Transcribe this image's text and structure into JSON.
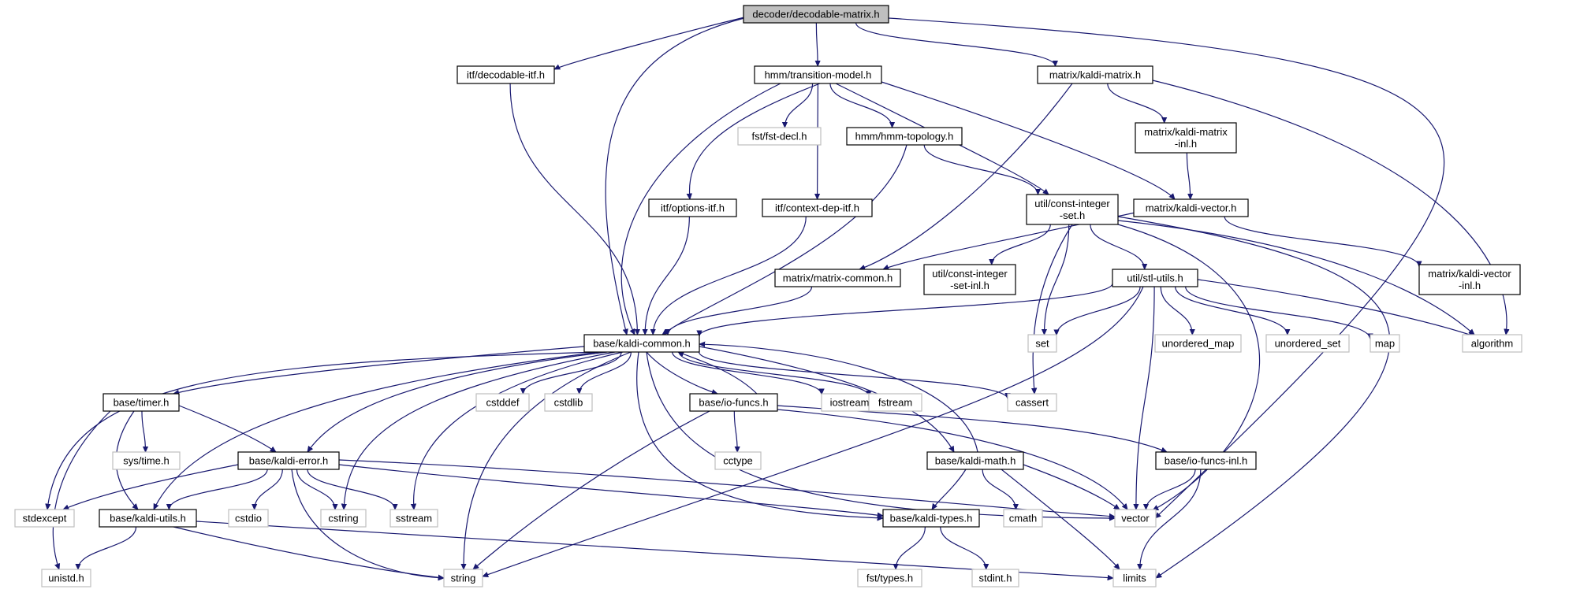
{
  "colors": {
    "edge": "#191970",
    "root_fill": "#bfbfbf",
    "local_border": "#000000",
    "system_border": "#bfbfbf",
    "box_fill": "#ffffff"
  },
  "nodes": [
    {
      "id": "n_decodable_matrix",
      "label": [
        "decoder/decodable-matrix.h"
      ],
      "kind": "root"
    },
    {
      "id": "n_decodable_itf",
      "label": [
        "itf/decodable-itf.h"
      ],
      "kind": "local"
    },
    {
      "id": "n_transition_model",
      "label": [
        "hmm/transition-model.h"
      ],
      "kind": "local"
    },
    {
      "id": "n_kaldi_matrix",
      "label": [
        "matrix/kaldi-matrix.h"
      ],
      "kind": "local"
    },
    {
      "id": "n_fst_decl",
      "label": [
        "fst/fst-decl.h"
      ],
      "kind": "system"
    },
    {
      "id": "n_hmm_topology",
      "label": [
        "hmm/hmm-topology.h"
      ],
      "kind": "local"
    },
    {
      "id": "n_kaldi_matrix_inl",
      "label": [
        "matrix/kaldi-matrix",
        "-inl.h"
      ],
      "kind": "local"
    },
    {
      "id": "n_options_itf",
      "label": [
        "itf/options-itf.h"
      ],
      "kind": "local"
    },
    {
      "id": "n_context_dep_itf",
      "label": [
        "itf/context-dep-itf.h"
      ],
      "kind": "local"
    },
    {
      "id": "n_const_integer_set",
      "label": [
        "util/const-integer",
        "-set.h"
      ],
      "kind": "local"
    },
    {
      "id": "n_kaldi_vector",
      "label": [
        "matrix/kaldi-vector.h"
      ],
      "kind": "local"
    },
    {
      "id": "n_matrix_common",
      "label": [
        "matrix/matrix-common.h"
      ],
      "kind": "local"
    },
    {
      "id": "n_const_integer_set_inl",
      "label": [
        "util/const-integer",
        "-set-inl.h"
      ],
      "kind": "local"
    },
    {
      "id": "n_stl_utils",
      "label": [
        "util/stl-utils.h"
      ],
      "kind": "local"
    },
    {
      "id": "n_kaldi_vector_inl",
      "label": [
        "matrix/kaldi-vector",
        "-inl.h"
      ],
      "kind": "local"
    },
    {
      "id": "n_kaldi_common",
      "label": [
        "base/kaldi-common.h"
      ],
      "kind": "local"
    },
    {
      "id": "n_set",
      "label": [
        "set"
      ],
      "kind": "system"
    },
    {
      "id": "n_unordered_map",
      "label": [
        "unordered_map"
      ],
      "kind": "system"
    },
    {
      "id": "n_unordered_set",
      "label": [
        "unordered_set"
      ],
      "kind": "system"
    },
    {
      "id": "n_map",
      "label": [
        "map"
      ],
      "kind": "system"
    },
    {
      "id": "n_algorithm",
      "label": [
        "algorithm"
      ],
      "kind": "system"
    },
    {
      "id": "n_timer",
      "label": [
        "base/timer.h"
      ],
      "kind": "local"
    },
    {
      "id": "n_cstddef",
      "label": [
        "cstddef"
      ],
      "kind": "system"
    },
    {
      "id": "n_cstdlib",
      "label": [
        "cstdlib"
      ],
      "kind": "system"
    },
    {
      "id": "n_io_funcs",
      "label": [
        "base/io-funcs.h"
      ],
      "kind": "local"
    },
    {
      "id": "n_iostream",
      "label": [
        "iostream"
      ],
      "kind": "system"
    },
    {
      "id": "n_fstream",
      "label": [
        "fstream"
      ],
      "kind": "system"
    },
    {
      "id": "n_cassert",
      "label": [
        "cassert"
      ],
      "kind": "system"
    },
    {
      "id": "n_sys_time",
      "label": [
        "sys/time.h"
      ],
      "kind": "system"
    },
    {
      "id": "n_cctype",
      "label": [
        "cctype"
      ],
      "kind": "system"
    },
    {
      "id": "n_kaldi_error",
      "label": [
        "base/kaldi-error.h"
      ],
      "kind": "local"
    },
    {
      "id": "n_kaldi_math",
      "label": [
        "base/kaldi-math.h"
      ],
      "kind": "local"
    },
    {
      "id": "n_io_funcs_inl",
      "label": [
        "base/io-funcs-inl.h"
      ],
      "kind": "local"
    },
    {
      "id": "n_stdexcept",
      "label": [
        "stdexcept"
      ],
      "kind": "system"
    },
    {
      "id": "n_kaldi_utils",
      "label": [
        "base/kaldi-utils.h"
      ],
      "kind": "local"
    },
    {
      "id": "n_cstdio",
      "label": [
        "cstdio"
      ],
      "kind": "system"
    },
    {
      "id": "n_cstring",
      "label": [
        "cstring"
      ],
      "kind": "system"
    },
    {
      "id": "n_sstream",
      "label": [
        "sstream"
      ],
      "kind": "system"
    },
    {
      "id": "n_kaldi_types",
      "label": [
        "base/kaldi-types.h"
      ],
      "kind": "local"
    },
    {
      "id": "n_cmath",
      "label": [
        "cmath"
      ],
      "kind": "system"
    },
    {
      "id": "n_vector",
      "label": [
        "vector"
      ],
      "kind": "system"
    },
    {
      "id": "n_unistd",
      "label": [
        "unistd.h"
      ],
      "kind": "system"
    },
    {
      "id": "n_string",
      "label": [
        "string"
      ],
      "kind": "system"
    },
    {
      "id": "n_limits",
      "label": [
        "limits"
      ],
      "kind": "system"
    },
    {
      "id": "n_fst_types",
      "label": [
        "fst/types.h"
      ],
      "kind": "system"
    },
    {
      "id": "n_stdint",
      "label": [
        "stdint.h"
      ],
      "kind": "system"
    }
  ],
  "edges": [
    [
      "n_decodable_matrix",
      "n_decodable_itf"
    ],
    [
      "n_decodable_matrix",
      "n_transition_model"
    ],
    [
      "n_decodable_matrix",
      "n_kaldi_matrix"
    ],
    [
      "n_decodable_matrix",
      "n_kaldi_common"
    ],
    [
      "n_decodable_matrix",
      "n_vector"
    ],
    [
      "n_decodable_itf",
      "n_kaldi_common"
    ],
    [
      "n_transition_model",
      "n_fst_decl"
    ],
    [
      "n_transition_model",
      "n_hmm_topology"
    ],
    [
      "n_transition_model",
      "n_options_itf"
    ],
    [
      "n_transition_model",
      "n_context_dep_itf"
    ],
    [
      "n_transition_model",
      "n_const_integer_set"
    ],
    [
      "n_transition_model",
      "n_kaldi_vector"
    ],
    [
      "n_transition_model",
      "n_kaldi_common"
    ],
    [
      "n_kaldi_matrix",
      "n_kaldi_matrix_inl"
    ],
    [
      "n_kaldi_matrix",
      "n_matrix_common"
    ],
    [
      "n_kaldi_matrix",
      "n_algorithm"
    ],
    [
      "n_kaldi_matrix_inl",
      "n_kaldi_vector"
    ],
    [
      "n_hmm_topology",
      "n_const_integer_set"
    ],
    [
      "n_hmm_topology",
      "n_kaldi_common"
    ],
    [
      "n_options_itf",
      "n_kaldi_common"
    ],
    [
      "n_context_dep_itf",
      "n_kaldi_common"
    ],
    [
      "n_const_integer_set",
      "n_const_integer_set_inl"
    ],
    [
      "n_const_integer_set",
      "n_stl_utils"
    ],
    [
      "n_const_integer_set",
      "n_set"
    ],
    [
      "n_const_integer_set",
      "n_cassert"
    ],
    [
      "n_const_integer_set",
      "n_vector"
    ],
    [
      "n_const_integer_set",
      "n_algorithm"
    ],
    [
      "n_const_integer_set",
      "n_limits"
    ],
    [
      "n_kaldi_vector",
      "n_matrix_common"
    ],
    [
      "n_kaldi_vector",
      "n_kaldi_vector_inl"
    ],
    [
      "n_matrix_common",
      "n_kaldi_common"
    ],
    [
      "n_stl_utils",
      "n_kaldi_common"
    ],
    [
      "n_stl_utils",
      "n_set"
    ],
    [
      "n_stl_utils",
      "n_unordered_map"
    ],
    [
      "n_stl_utils",
      "n_unordered_set"
    ],
    [
      "n_stl_utils",
      "n_map"
    ],
    [
      "n_stl_utils",
      "n_algorithm"
    ],
    [
      "n_stl_utils",
      "n_vector"
    ],
    [
      "n_stl_utils",
      "n_string"
    ],
    [
      "n_kaldi_common",
      "n_timer"
    ],
    [
      "n_kaldi_common",
      "n_cstddef"
    ],
    [
      "n_kaldi_common",
      "n_cstdlib"
    ],
    [
      "n_kaldi_common",
      "n_io_funcs"
    ],
    [
      "n_kaldi_common",
      "n_iostream"
    ],
    [
      "n_kaldi_common",
      "n_fstream"
    ],
    [
      "n_kaldi_common",
      "n_cassert"
    ],
    [
      "n_kaldi_common",
      "n_kaldi_error"
    ],
    [
      "n_kaldi_common",
      "n_kaldi_math"
    ],
    [
      "n_kaldi_common",
      "n_kaldi_utils"
    ],
    [
      "n_kaldi_common",
      "n_kaldi_types"
    ],
    [
      "n_kaldi_common",
      "n_stdexcept"
    ],
    [
      "n_kaldi_common",
      "n_cstring"
    ],
    [
      "n_kaldi_common",
      "n_sstream"
    ],
    [
      "n_kaldi_common",
      "n_string"
    ],
    [
      "n_kaldi_common",
      "n_vector"
    ],
    [
      "n_timer",
      "n_sys_time"
    ],
    [
      "n_timer",
      "n_kaldi_error"
    ],
    [
      "n_timer",
      "n_kaldi_utils"
    ],
    [
      "n_timer",
      "n_unistd"
    ],
    [
      "n_io_funcs",
      "n_kaldi_common"
    ],
    [
      "n_io_funcs",
      "n_cctype"
    ],
    [
      "n_io_funcs",
      "n_io_funcs_inl"
    ],
    [
      "n_io_funcs",
      "n_vector"
    ],
    [
      "n_io_funcs",
      "n_string"
    ],
    [
      "n_kaldi_error",
      "n_stdexcept"
    ],
    [
      "n_kaldi_error",
      "n_kaldi_utils"
    ],
    [
      "n_kaldi_error",
      "n_cstdio"
    ],
    [
      "n_kaldi_error",
      "n_cstring"
    ],
    [
      "n_kaldi_error",
      "n_sstream"
    ],
    [
      "n_kaldi_error",
      "n_string"
    ],
    [
      "n_kaldi_error",
      "n_kaldi_types"
    ],
    [
      "n_kaldi_error",
      "n_vector"
    ],
    [
      "n_kaldi_math",
      "n_kaldi_common"
    ],
    [
      "n_kaldi_math",
      "n_kaldi_types"
    ],
    [
      "n_kaldi_math",
      "n_cmath"
    ],
    [
      "n_kaldi_math",
      "n_vector"
    ],
    [
      "n_kaldi_math",
      "n_limits"
    ],
    [
      "n_io_funcs_inl",
      "n_vector"
    ],
    [
      "n_io_funcs_inl",
      "n_limits"
    ],
    [
      "n_kaldi_utils",
      "n_unistd"
    ],
    [
      "n_kaldi_utils",
      "n_string"
    ],
    [
      "n_kaldi_utils",
      "n_limits"
    ],
    [
      "n_kaldi_types",
      "n_fst_types"
    ],
    [
      "n_kaldi_types",
      "n_stdint"
    ]
  ]
}
